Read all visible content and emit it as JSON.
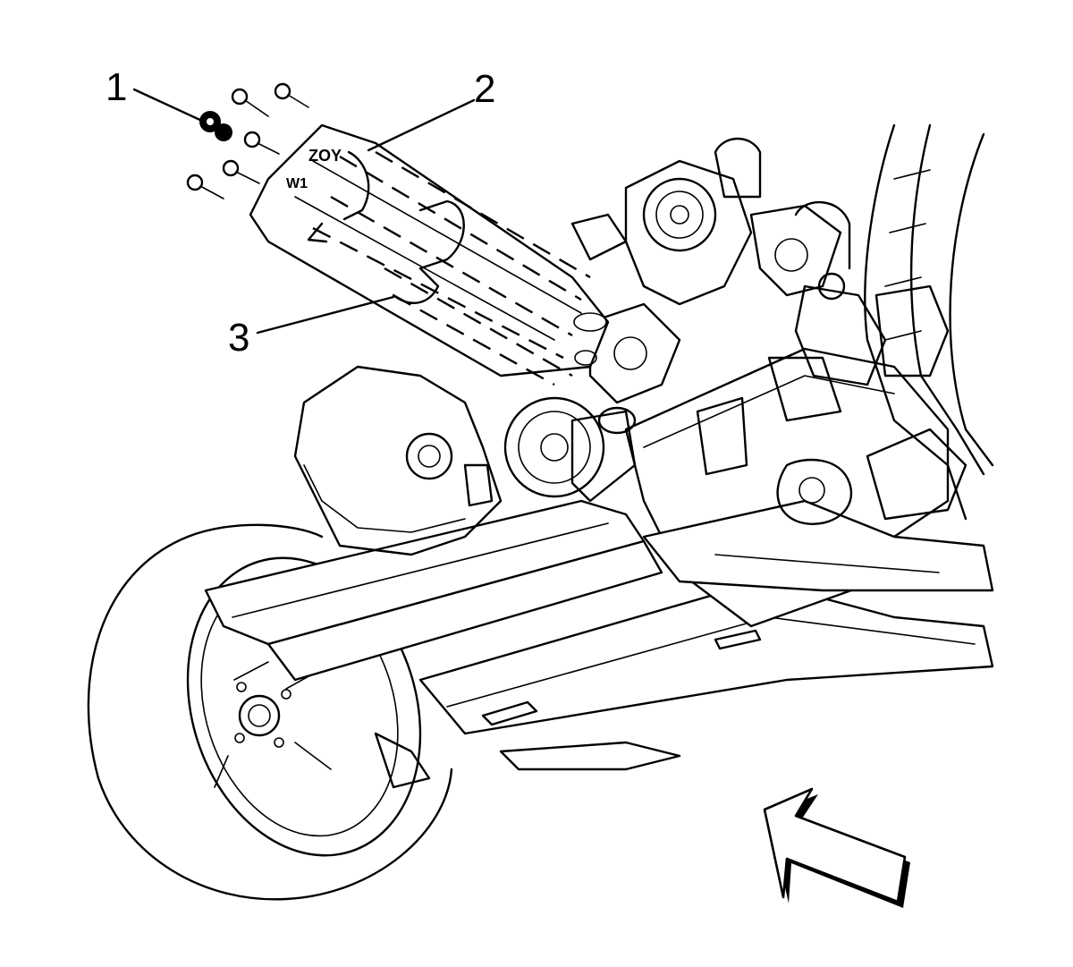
{
  "callouts": [
    {
      "id": "1",
      "label": "1"
    },
    {
      "id": "2",
      "label": "2"
    },
    {
      "id": "3",
      "label": "3"
    }
  ],
  "arrow": {
    "icon": "view-direction-arrow-icon"
  },
  "colors": {
    "line": "#000000",
    "background": "#ffffff"
  }
}
